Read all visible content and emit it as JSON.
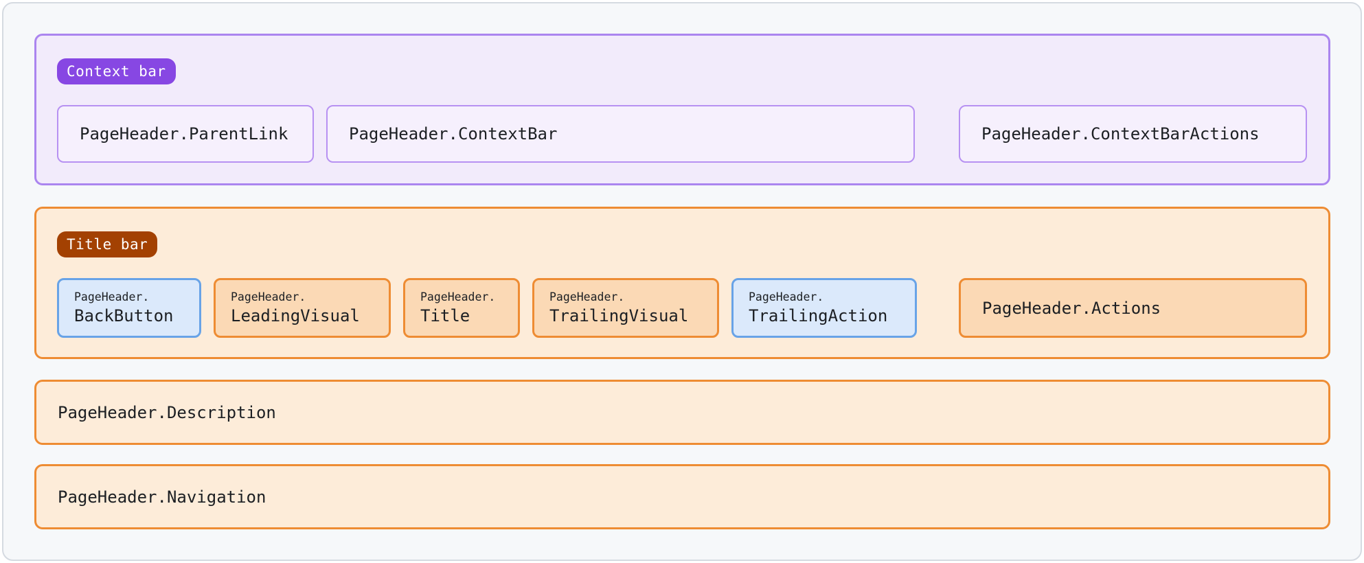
{
  "diagram": {
    "component": "PageHeader anatomy"
  },
  "colors": {
    "purple_badge": "#8747e3",
    "purple_border": "#ab85ef",
    "purple_bg": "#f2ebfb",
    "rust_badge": "#a34102",
    "orange_border": "#ee8c33",
    "orange_bg": "#fdecd9",
    "orange_box_bg": "#fbd9b5",
    "blue_border": "#68a3e7",
    "blue_bg": "#dbe9fb",
    "card_bg": "#f6f8fa"
  },
  "context_bar": {
    "badge": "Context bar",
    "parent_link": "PageHeader.ParentLink",
    "context_bar": "PageHeader.ContextBar",
    "context_bar_actions": "PageHeader.ContextBarActions"
  },
  "title_bar": {
    "badge": "Title bar",
    "items": [
      {
        "prefix": "PageHeader.",
        "name": "BackButton"
      },
      {
        "prefix": "PageHeader.",
        "name": "LeadingVisual"
      },
      {
        "prefix": "PageHeader.",
        "name": "Title"
      },
      {
        "prefix": "PageHeader.",
        "name": "TrailingVisual"
      },
      {
        "prefix": "PageHeader.",
        "name": "TrailingAction"
      }
    ],
    "actions": "PageHeader.Actions"
  },
  "rows": {
    "description": "PageHeader.Description",
    "navigation": "PageHeader.Navigation"
  }
}
